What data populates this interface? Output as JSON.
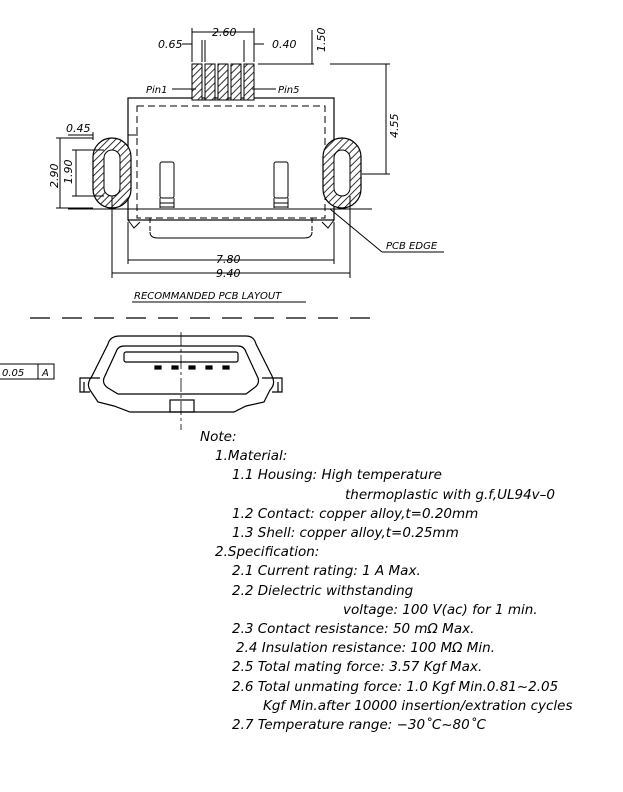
{
  "dimensions": {
    "d065": "0.65",
    "d260": "2.60",
    "d040": "0.40",
    "d150": "1.50",
    "d455": "4.55",
    "d045": "0.45",
    "d290": "2.90",
    "d190": "1.90",
    "d780": "7.80",
    "d940": "9.40"
  },
  "labels": {
    "pin1": "Pin1",
    "pin5": "Pin5",
    "pcb_edge": "PCB EDGE",
    "layout_title": "RECOMMANDED PCB LAYOUT",
    "tolerance_value": "0.05",
    "datum": "A"
  },
  "notes": {
    "title": "Note:",
    "material": "1.Material:",
    "housing_1": "1.1  Housing:  High temperature",
    "housing_2": "thermoplastic with g.f,UL94v–0",
    "contact": "1.2  Contact:  copper alloy,t=0.20mm",
    "shell": "1.3  Shell:  copper alloy,t=0.25mm",
    "specification": "2.Specification:",
    "current": "2.1  Current rating:  1  A  Max.",
    "dielectric_1": "2.2  Dielectric  withstanding",
    "dielectric_2": "voltage:  100  V(ac)  for  1  min.",
    "contact_res": "2.3  Contact  resistance:  50  mΩ  Max.",
    "insulation": "2.4  Insulation  resistance:  100  MΩ  Min.",
    "mating": "2.5  Total  mating  force:  3.57  Kgf  Max.",
    "unmating_1": "2.6  Total  unmating  force:  1.0  Kgf  Min.0.81~2.05",
    "unmating_2": "Kgf  Min.after  10000  insertion/extration  cycles",
    "temperature": "2.7  Temperature  range:  −30˚C~80˚C"
  }
}
